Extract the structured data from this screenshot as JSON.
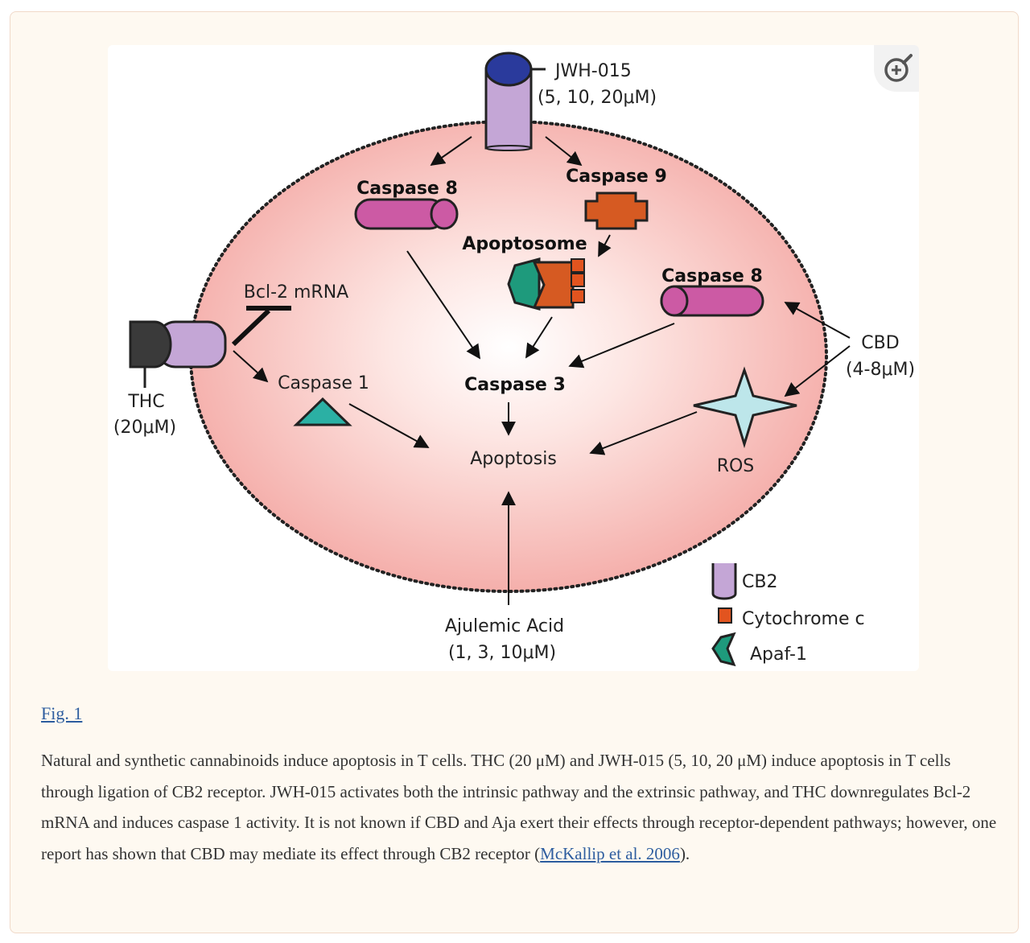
{
  "figure": {
    "zoom_icon": "zoom-in-icon",
    "labels": {
      "jwh015_name": "JWH-015",
      "jwh015_dose": "(5, 10, 20μM)",
      "caspase8_top": "Caspase 8",
      "caspase9": "Caspase 9",
      "apoptosome": "Apoptosome",
      "caspase8_right": "Caspase 8",
      "bcl2_mrna": "Bcl-2 mRNA",
      "caspase1": "Caspase 1",
      "caspase3": "Caspase 3",
      "apoptosis": "Apoptosis",
      "thc_name": "THC",
      "thc_dose": "(20μM)",
      "cbd_name": "CBD",
      "cbd_dose": "(4-8μM)",
      "ros": "ROS",
      "ajulemic_name": "Ajulemic Acid",
      "ajulemic_dose": "(1, 3, 10μM)"
    },
    "legend": [
      {
        "label": "CB2",
        "icon": "cb2-receptor-icon"
      },
      {
        "label": "Cytochrome c",
        "icon": "cytochrome-c-icon"
      },
      {
        "label": "Apaf-1",
        "icon": "apaf1-icon"
      }
    ],
    "colors": {
      "cell_fill": "#f6b8b4",
      "cb2": "#c4a6d6",
      "jwh_cap": "#2a3a9c",
      "caspase8": "#cc5aa4",
      "caspase9": "#d65a22",
      "cytochrome": "#e2541f",
      "apaf1": "#1e9a7c",
      "caspase1": "#2bb0a4",
      "ros": "#bde6ea"
    }
  },
  "fig_link": "Fig. 1",
  "caption": {
    "text": "Natural and synthetic cannabinoids induce apoptosis in T cells. THC (20 μM) and JWH-015 (5, 10, 20 μM) induce apoptosis in T cells through ligation of CB2 receptor. JWH-015 activates both the intrinsic pathway and the extrinsic pathway, and THC downregulates Bcl-2 mRNA and induces caspase 1 activity. It is not known if CBD and Aja exert their effects through receptor-dependent pathways; however, one report has shown that CBD may mediate its effect through CB2 receptor (",
    "ref_link": "McKallip et al. 2006",
    "text_end": ")."
  }
}
